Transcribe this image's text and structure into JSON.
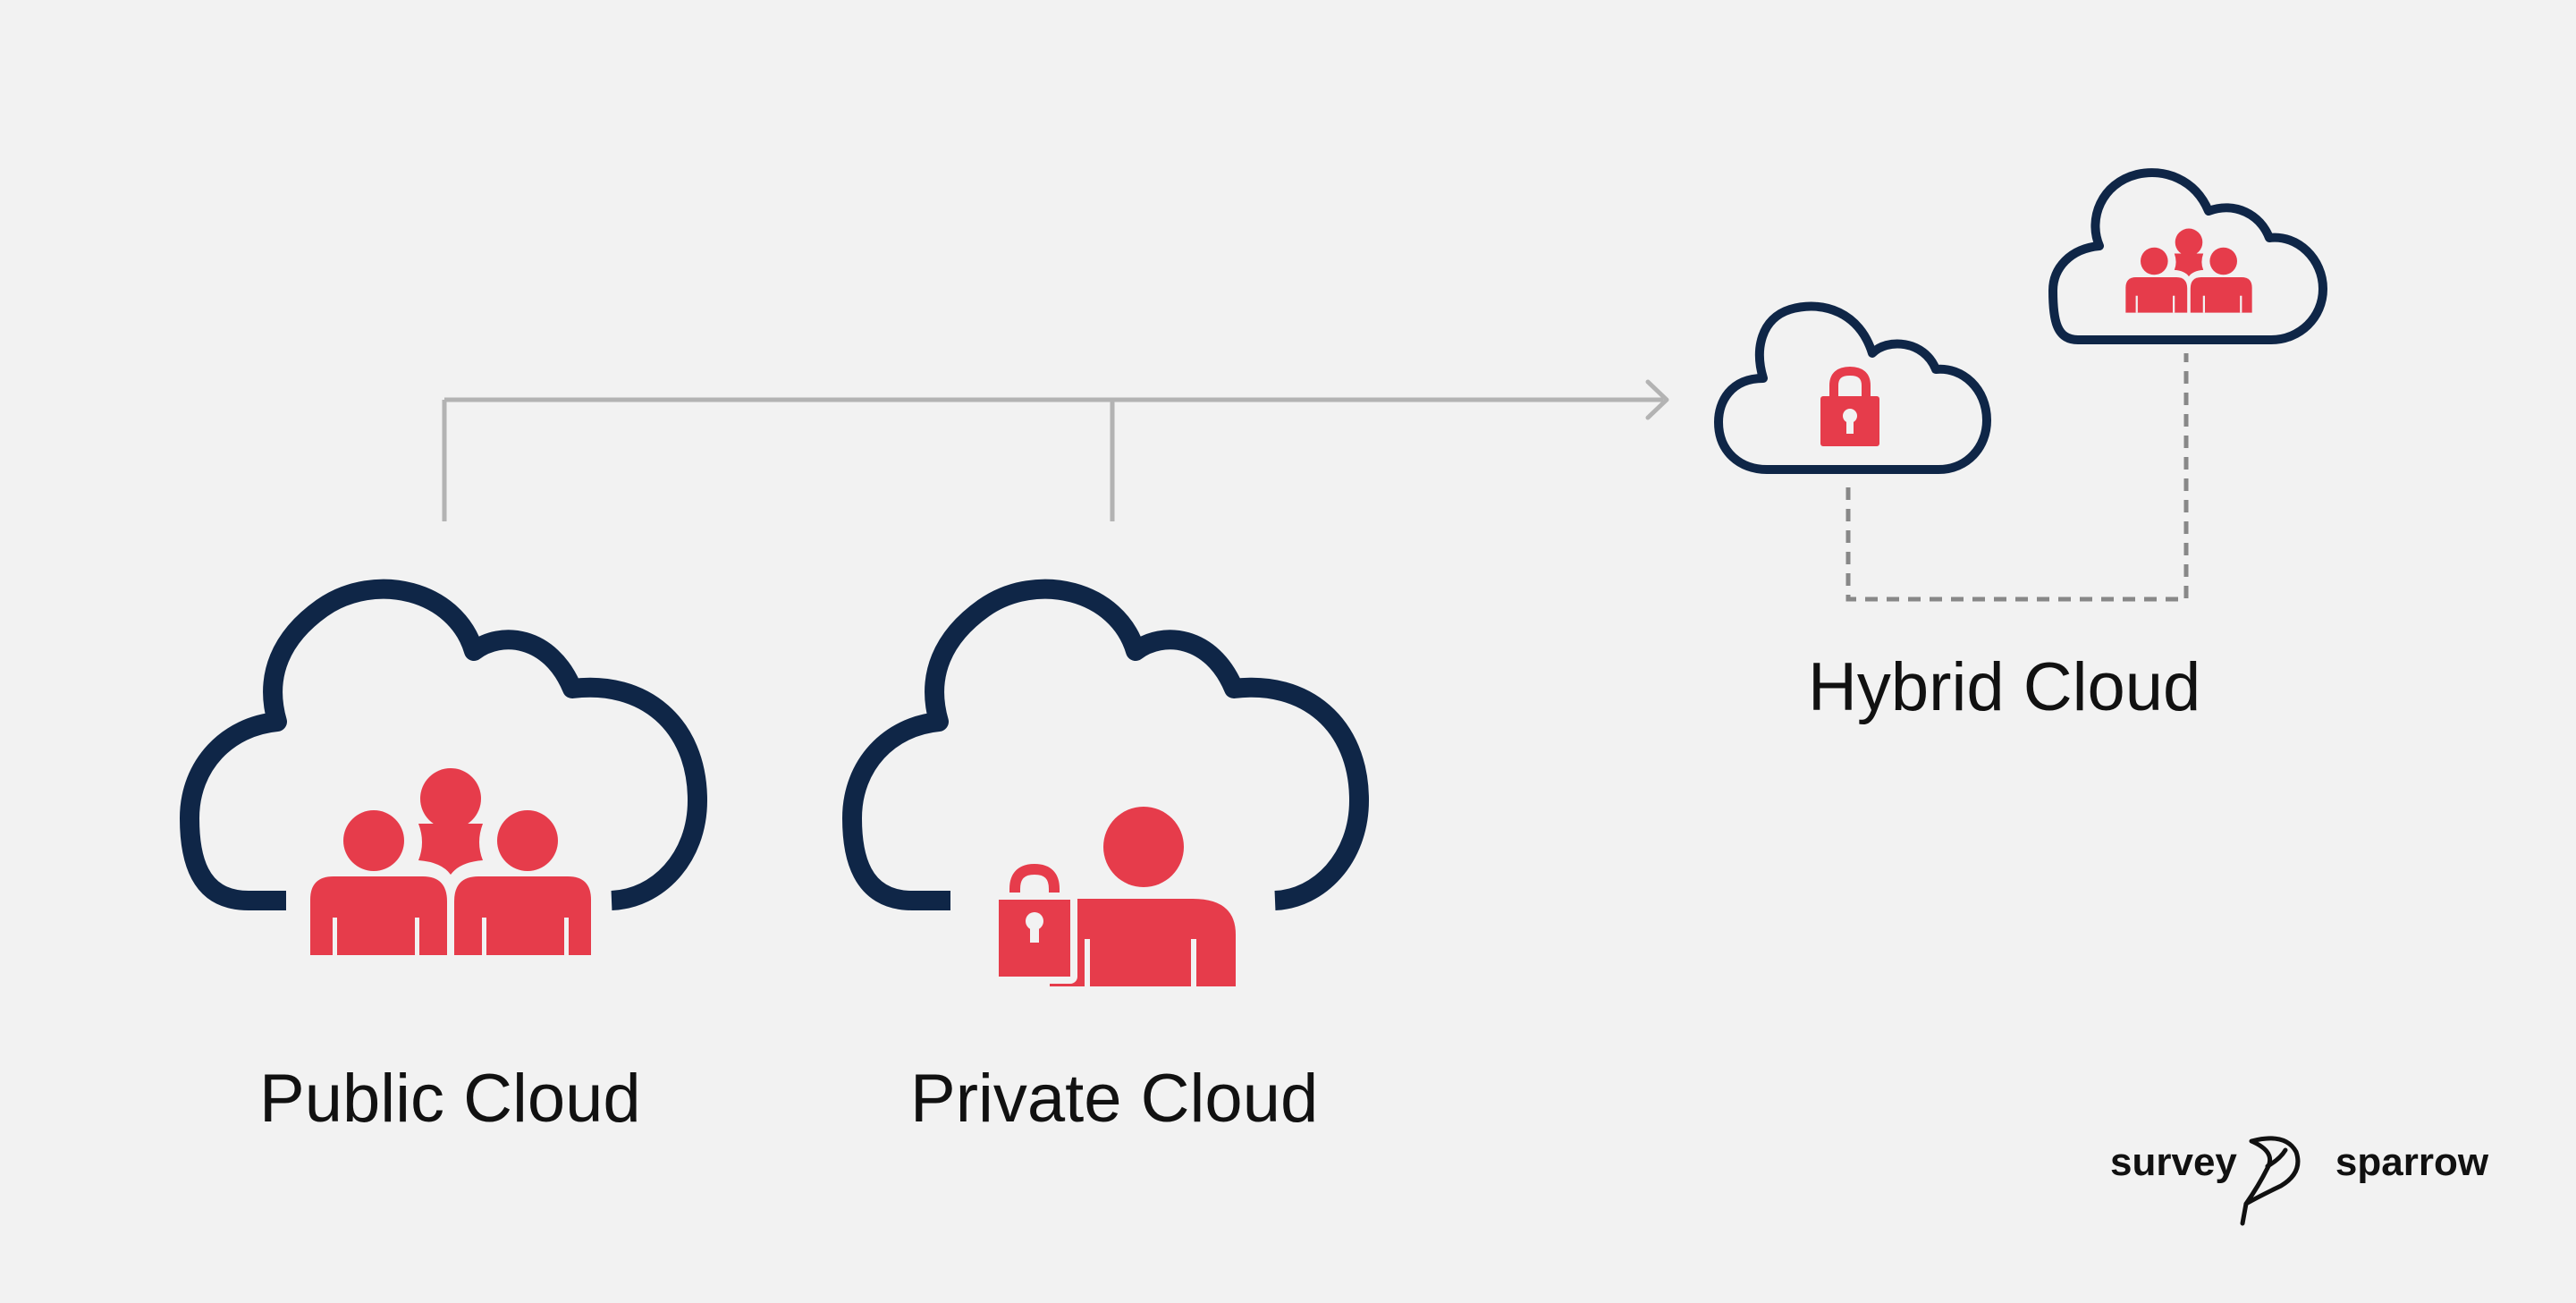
{
  "labels": {
    "public": "Public Cloud",
    "private": "Private Cloud",
    "hybrid": "Hybrid Cloud"
  },
  "brand": {
    "left": "survey",
    "right": "sparrow",
    "icon": "sparrow-bird-icon"
  },
  "colors": {
    "background": "#f2f2f2",
    "cloud_outline": "#0f2647",
    "people_accent": "#e63c4b",
    "connector": "#b3b3b3",
    "dashed": "#888888"
  },
  "icons": {
    "public": [
      "cloud-icon",
      "people-group-icon"
    ],
    "private": [
      "cloud-icon",
      "person-icon",
      "padlock-icon"
    ],
    "hybrid": [
      "cloud-icon",
      "padlock-icon",
      "people-group-icon"
    ]
  }
}
